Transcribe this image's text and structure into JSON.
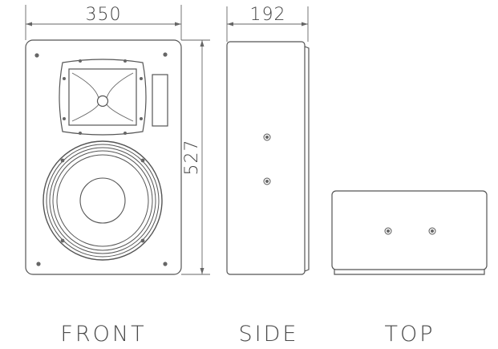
{
  "dimensions": {
    "width": "350",
    "depth": "192",
    "height": "527"
  },
  "views": {
    "front": "FRONT",
    "side": "SIDE",
    "top": "TOP"
  }
}
